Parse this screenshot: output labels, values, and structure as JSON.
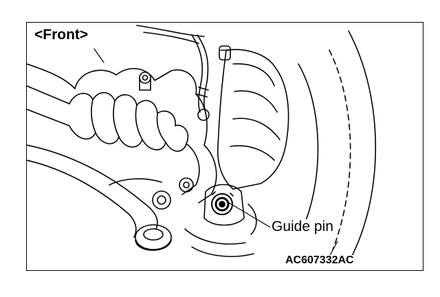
{
  "figure": {
    "direction_label": "<Front>",
    "callout_label": "Guide pin",
    "figure_code": "AC607332AC"
  },
  "colors": {
    "ink": "#000000",
    "background": "#ffffff"
  }
}
